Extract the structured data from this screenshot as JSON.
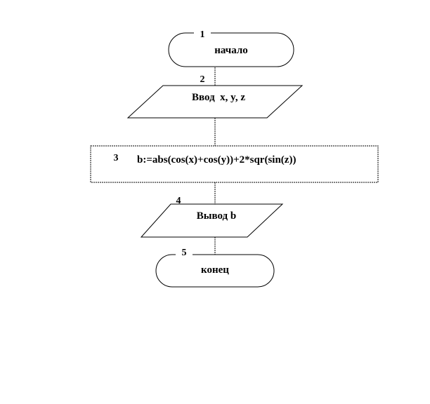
{
  "diagram": {
    "blocks": [
      {
        "id": "start",
        "number": "1",
        "text": "начало"
      },
      {
        "id": "input",
        "number": "2",
        "text": "Ввод  x, y, z"
      },
      {
        "id": "process",
        "number": "3",
        "text": "b:=abs(cos(x)+cos(y))+2*sqr(sin(z))"
      },
      {
        "id": "output",
        "number": "4",
        "text": "Вывод b"
      },
      {
        "id": "end",
        "number": "5",
        "text": "конец"
      }
    ]
  }
}
